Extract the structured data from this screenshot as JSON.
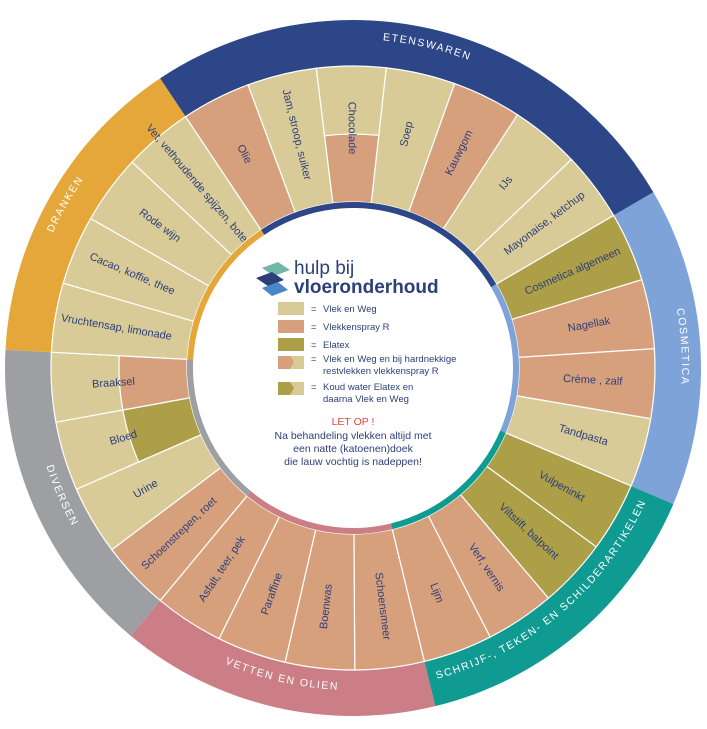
{
  "colors": {
    "vlek_en_weg": "#d8cb97",
    "vlekkenspray_r": "#d6a07d",
    "elatex": "#ac9f48",
    "navy": "#2c4688",
    "cosmetica_blue": "#7ea3d8",
    "teal": "#109b92",
    "vetten_pink": "#cc7e86",
    "diversen_grey": "#9d9fa3",
    "dranken_orange": "#e6a73a"
  },
  "brand": {
    "line1": "hulp bij",
    "line2": "vloeronderhoud"
  },
  "legend": [
    {
      "key": "vlek_en_weg",
      "eq": "=",
      "text": "Vlek en Weg"
    },
    {
      "key": "vlekkenspray_r",
      "eq": "=",
      "text": "Vlekkenspray R"
    },
    {
      "key": "elatex",
      "eq": "=",
      "text": "Elatex"
    },
    {
      "key": "split_vw_r",
      "eq": "=",
      "text": "Vlek en Weg en bij hardnekkige",
      "text2": "restvlekken vlekkenspray R"
    },
    {
      "key": "split_el_vw",
      "eq": "=",
      "text": "Koud water Elatex en",
      "text2": "daarna Vlek en Weg"
    }
  ],
  "warning": {
    "title": "LET OP !",
    "line1": "Na behandeling vlekken altijd met",
    "line2": "een natte (katoenen)doek",
    "line3": "die  lauw vochtig is nadeppen!"
  },
  "categories": [
    {
      "name": "ETENSWAREN",
      "color": "navy"
    },
    {
      "name": "COSMETICA",
      "color": "cosmetica_blue"
    },
    {
      "name": "SCHRIJF-, TEKEN- EN SCHILDERARTIKELEN",
      "color": "teal"
    },
    {
      "name": "VETTEN EN OLIEN",
      "color": "vetten_pink"
    },
    {
      "name": "DIVERSEN",
      "color": "diversen_grey"
    },
    {
      "name": "DRANKEN",
      "color": "dranken_orange"
    }
  ],
  "segments": [
    {
      "label": "Chocolade",
      "fill": "split_vw_r"
    },
    {
      "label": "Soep",
      "fill": "vlek_en_weg"
    },
    {
      "label": "Kauwgom",
      "fill": "vlekkenspray_r"
    },
    {
      "label": "IJs",
      "fill": "vlek_en_weg"
    },
    {
      "label": "Mayonaise, ketchup",
      "fill": "vlek_en_weg"
    },
    {
      "label": "Cosmetica algemeen",
      "fill": "elatex"
    },
    {
      "label": "Nagellak",
      "fill": "vlekkenspray_r"
    },
    {
      "label": "Crème , zalf",
      "fill": "vlekkenspray_r"
    },
    {
      "label": "Tandpasta",
      "fill": "vlek_en_weg"
    },
    {
      "label": "Vulpeninkt",
      "fill": "elatex"
    },
    {
      "label": "Viltstift, balpoint",
      "fill": "elatex"
    },
    {
      "label": "Verf, vernis",
      "fill": "vlekkenspray_r"
    },
    {
      "label": "Lijm",
      "fill": "vlekkenspray_r"
    },
    {
      "label": "Schoensmeer",
      "fill": "vlekkenspray_r"
    },
    {
      "label": "Boenwas",
      "fill": "vlekkenspray_r"
    },
    {
      "label": "Paraffine",
      "fill": "vlekkenspray_r"
    },
    {
      "label": "Asfalt, teer, pek",
      "fill": "vlekkenspray_r"
    },
    {
      "label": "Schoenstrepen, roet",
      "fill": "vlekkenspray_r"
    },
    {
      "label": "Urine",
      "fill": "vlek_en_weg"
    },
    {
      "label": "Bloed",
      "fill": "split_el_vw"
    },
    {
      "label": "Braaksel",
      "fill": "split_vw_r"
    },
    {
      "label": "Vruchtensap, limonade",
      "fill": "vlek_en_weg"
    },
    {
      "label": "Cacao, koffie, thee",
      "fill": "vlek_en_weg"
    },
    {
      "label": "Rode wijn",
      "fill": "vlek_en_weg"
    },
    {
      "label": "Vet, vethoudende spijzen, boter",
      "fill": "vlek_en_weg"
    },
    {
      "label": "Olie",
      "fill": "vlekkenspray_r"
    },
    {
      "label": "Jam, stroop, suiker",
      "fill": "vlek_en_weg"
    }
  ]
}
